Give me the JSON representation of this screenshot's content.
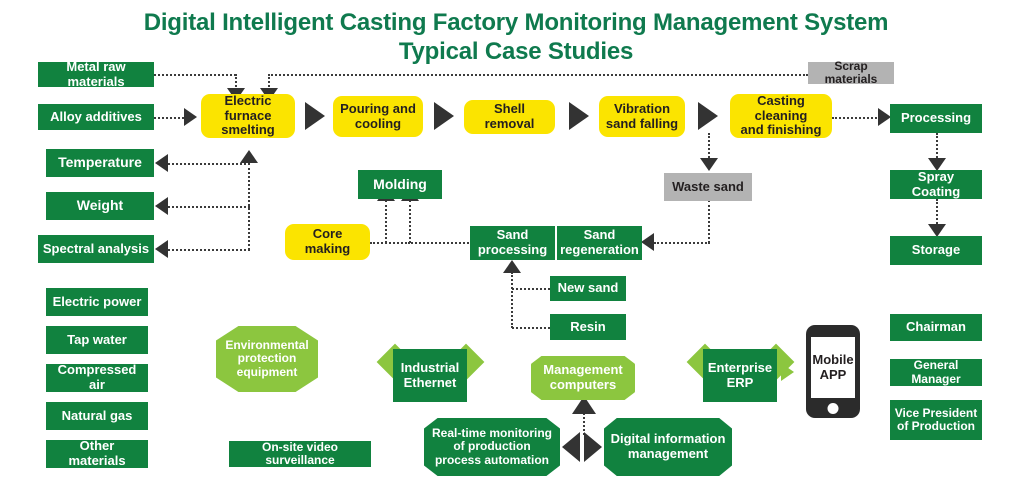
{
  "title": {
    "line1": "Digital Intelligent Casting Factory Monitoring Management System",
    "line2": "Typical Case Studies"
  },
  "colors": {
    "title_green": "#0f7a4e",
    "dark_green": "#11823f",
    "lime_green": "#8cc63f",
    "yellow": "#fbe400",
    "gray": "#b3b3b3",
    "arrow": "#333333"
  },
  "inputs": [
    {
      "label": "Metal raw materials"
    },
    {
      "label": "Alloy additives"
    }
  ],
  "measurements": [
    {
      "label": "Temperature"
    },
    {
      "label": "Weight"
    },
    {
      "label": "Spectral analysis"
    }
  ],
  "utilities": [
    {
      "label": "Electric power"
    },
    {
      "label": "Tap water"
    },
    {
      "label": "Compressed air"
    },
    {
      "label": "Natural gas"
    },
    {
      "label": "Other materials"
    }
  ],
  "process": [
    {
      "label": "Electric furnace\nsmelting"
    },
    {
      "label": "Pouring and\ncooling"
    },
    {
      "label": "Shell removal"
    },
    {
      "label": "Vibration\nsand falling"
    },
    {
      "label": "Casting cleaning\nand finishing"
    }
  ],
  "waste": [
    {
      "label": "Scrap materials"
    },
    {
      "label": "Waste sand"
    }
  ],
  "finishing": [
    {
      "label": "Processing"
    },
    {
      "label": "Spray Coating"
    },
    {
      "label": "Storage"
    }
  ],
  "sand": [
    {
      "label": "Molding"
    },
    {
      "label": "Core making"
    },
    {
      "label": "Sand\nprocessing"
    },
    {
      "label": "Sand\nregeneration"
    },
    {
      "label": "New sand"
    },
    {
      "label": "Resin"
    }
  ],
  "facilities": [
    {
      "label": "Environmental\nprotection\nequipment"
    },
    {
      "label": "On-site video surveillance"
    }
  ],
  "it_systems": [
    {
      "label": "Industrial\nEthernet"
    },
    {
      "label": "Management\ncomputers"
    },
    {
      "label": "Enterprise\nERP"
    },
    {
      "label": "Real-time monitoring\nof production\nprocess automation"
    },
    {
      "label": "Digital information\nmanagement"
    }
  ],
  "mobile": {
    "label": "Mobile\nAPP"
  },
  "management": [
    {
      "label": "Chairman"
    },
    {
      "label": "General Manager"
    },
    {
      "label": "Vice President\nof  Production"
    }
  ]
}
